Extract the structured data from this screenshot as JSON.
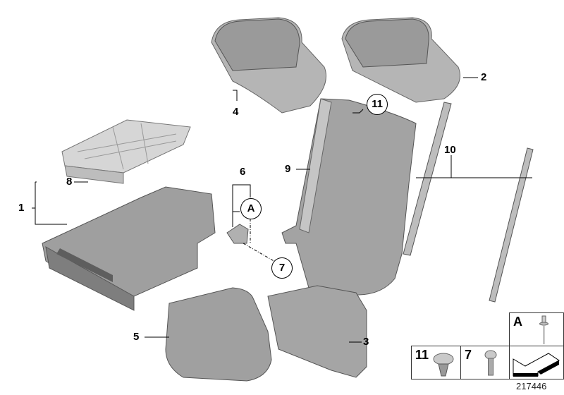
{
  "callouts": {
    "p1": "1",
    "p2": "2",
    "p3": "3",
    "p4": "4",
    "p5": "5",
    "p6": "6",
    "p7": "7",
    "p8": "8",
    "p9": "9",
    "p10": "10",
    "p11": "11",
    "pA": "A"
  },
  "legend": {
    "a_label": "A",
    "c11_label": "11",
    "c7_label": "7"
  },
  "diagram_id": "217446",
  "colors": {
    "part_fill": "#a9a9a9",
    "part_light": "#cfcfcf",
    "part_dark": "#7e7e7e",
    "line": "#000000"
  }
}
